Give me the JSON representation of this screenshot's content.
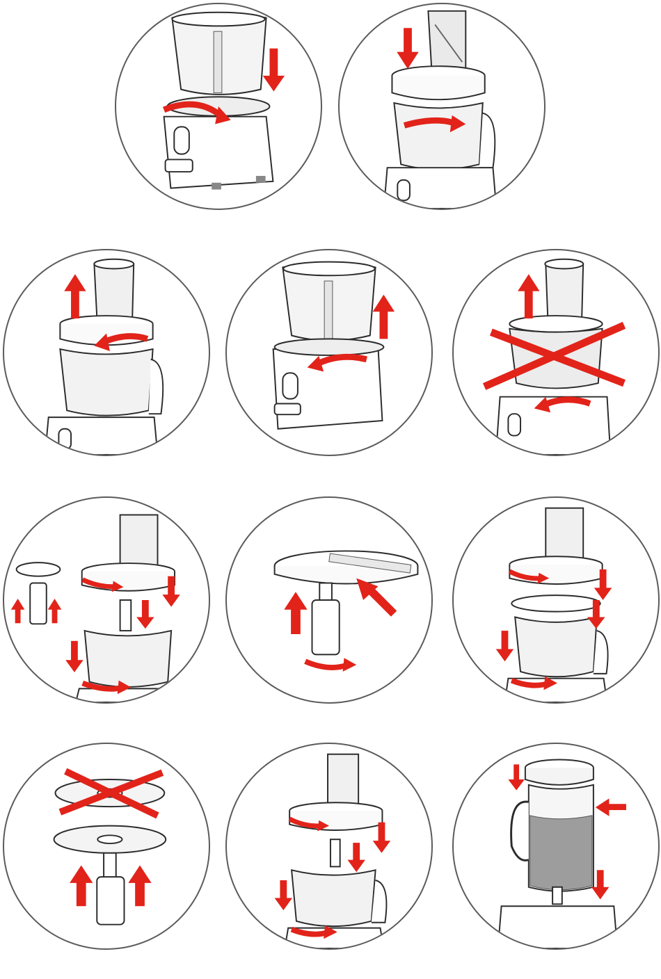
{
  "document": {
    "type": "appliance-instruction-illustrations",
    "accent_color": "#e2231a",
    "outline_color": "#2b2b2b",
    "panels": [
      {
        "id": 1,
        "icon": "bowl-lock-onto-base"
      },
      {
        "id": 2,
        "icon": "lid-lock-onto-bowl"
      },
      {
        "id": 3,
        "icon": "remove-pusher-and-unlock-lid"
      },
      {
        "id": 4,
        "icon": "unlock-and-lift-bowl"
      },
      {
        "id": 5,
        "icon": "do-not-remove-bowl-with-lid"
      },
      {
        "id": 6,
        "icon": "assemble-blade-bowl-and-lid"
      },
      {
        "id": 7,
        "icon": "insert-slicing-disc-on-drive"
      },
      {
        "id": 8,
        "icon": "disc-assembly-in-bowl"
      },
      {
        "id": 9,
        "icon": "correct-disc-orientation"
      },
      {
        "id": 10,
        "icon": "lid-on-disc-assembly"
      },
      {
        "id": 11,
        "icon": "blender-jug-on-base"
      }
    ]
  }
}
